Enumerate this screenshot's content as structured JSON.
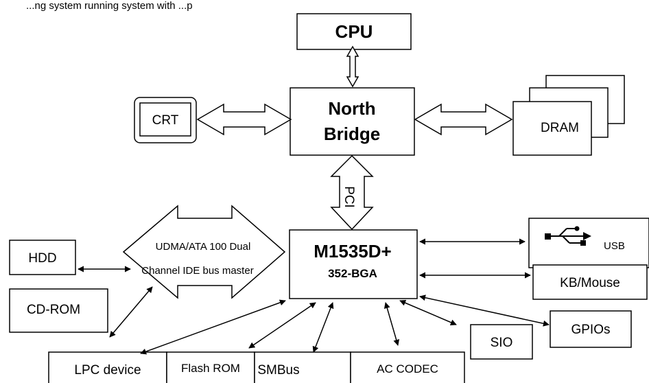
{
  "caption": "...ng system running system with ...p",
  "nodes": {
    "cpu": "CPU",
    "north_bridge_line1": "North",
    "north_bridge_line2": "Bridge",
    "crt": "CRT",
    "dram": "DRAM",
    "pci": "PCI",
    "m1535": "M1535D+",
    "bga": "352-BGA",
    "usb": "USB",
    "kb_mouse": "KB/Mouse",
    "hdd": "HDD",
    "cd_rom": "CD-ROM",
    "ide_line1": "UDMA/ATA 100 Dual",
    "ide_line2": "Channel IDE bus master",
    "lpc_device": "LPC device",
    "flash_rom": "Flash ROM",
    "smbus": "SMBus",
    "ac_codec": "AC CODEC",
    "sio": "SIO",
    "gpios": "GPIOs"
  },
  "icons": {
    "usb": "usb-trident-icon"
  },
  "colors": {
    "stroke": "#000000",
    "fill": "#ffffff"
  }
}
